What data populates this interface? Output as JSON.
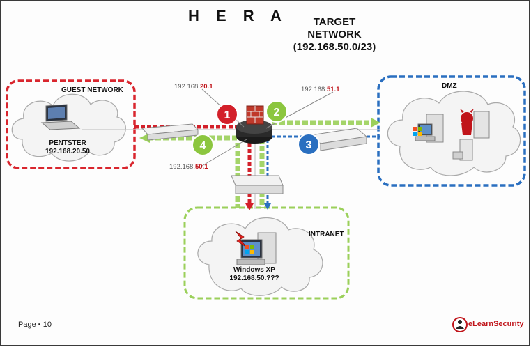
{
  "title": "H E R A",
  "target": {
    "line1": "TARGET",
    "line2": "NETWORK",
    "line3": "(192.168.50.0/23)"
  },
  "zones": {
    "guest": {
      "label": "GUEST NETWORK",
      "color": "#d9262e"
    },
    "dmz": {
      "label": "DMZ",
      "color": "#2a6fc0"
    },
    "intranet": {
      "label": "INTRANET",
      "color": "#9bd05a"
    }
  },
  "nodes": {
    "pentster_name": "PENTSTER",
    "pentster_ip": "192.168.20.50",
    "winxp_name": "Windows XP",
    "winxp_ip": "192.168.50.???"
  },
  "ips": {
    "guest_prefix": "192.168.",
    "guest_suffix": "20.1",
    "dmz_prefix": "192.168.",
    "dmz_suffix": "51.1",
    "intranet_prefix": "192.168.",
    "intranet_suffix": "50.1"
  },
  "steps": [
    {
      "num": "1",
      "color": "#d3202a"
    },
    {
      "num": "2",
      "color": "#8cc63f"
    },
    {
      "num": "3",
      "color": "#2a6fc0"
    },
    {
      "num": "4",
      "color": "#8cc63f"
    }
  ],
  "footer": {
    "page": "Page ▪ 10",
    "logo_text": "eLearnSecurity"
  }
}
